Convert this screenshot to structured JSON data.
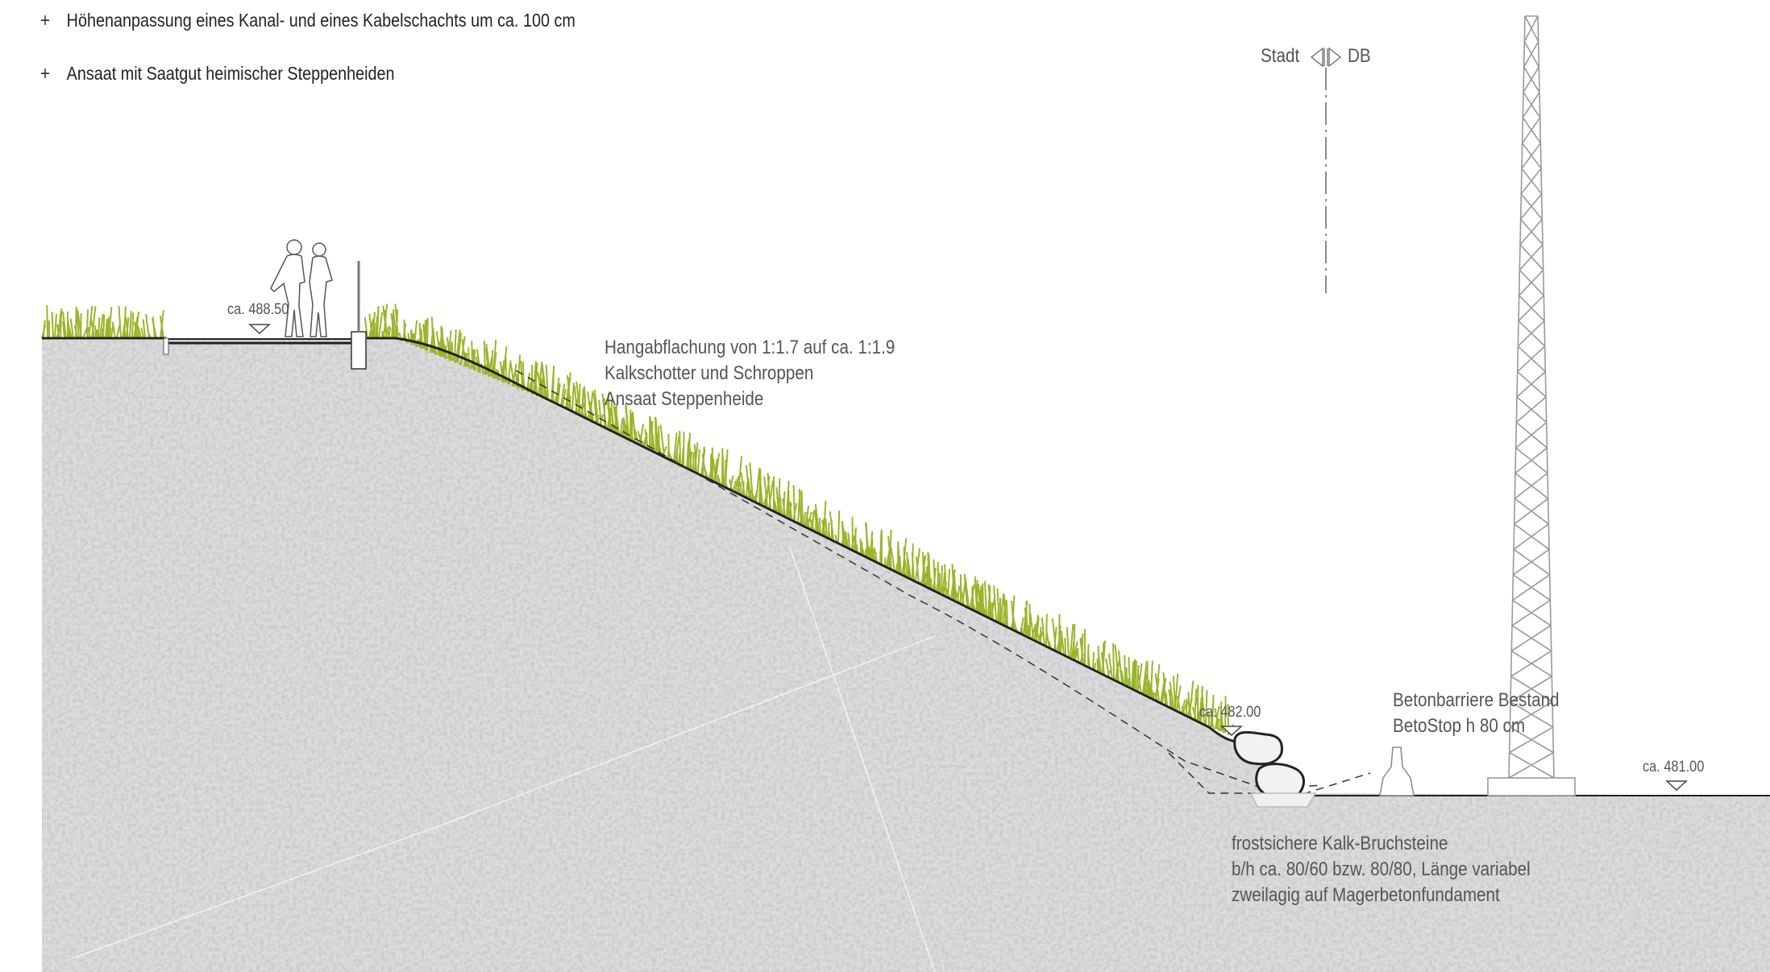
{
  "notes": [
    "Höhenanpassung eines Kanal- und eines Kabelschachts um ca. 100 cm",
    "Ansaat mit Saatgut heimischer Steppenheiden"
  ],
  "note_marker": "+",
  "boundary": {
    "left": "Stadt",
    "right": "DB"
  },
  "levels": {
    "top": "ca. 488.50",
    "toe": "ca. 482.00",
    "track": "ca. 481.00"
  },
  "slope_label": [
    "Hangabflachung von 1:1.7 auf ca. 1:1.9",
    "Kalkschotter und Schroppen",
    "Ansaat Steppenheide"
  ],
  "barrier_label": [
    "Betonbarriere Bestand",
    "BetoStop h 80 cm"
  ],
  "stones_label": [
    "frostsichere Kalk-Bruchsteine",
    "b/h ca. 80/60 bzw. 80/80, Länge variabel",
    "zweilagig auf Magerbetonfundament"
  ],
  "colors": {
    "soil": "#d9d9d9",
    "grass": "#9ab52a",
    "line": "#222222",
    "label": "#555555"
  }
}
